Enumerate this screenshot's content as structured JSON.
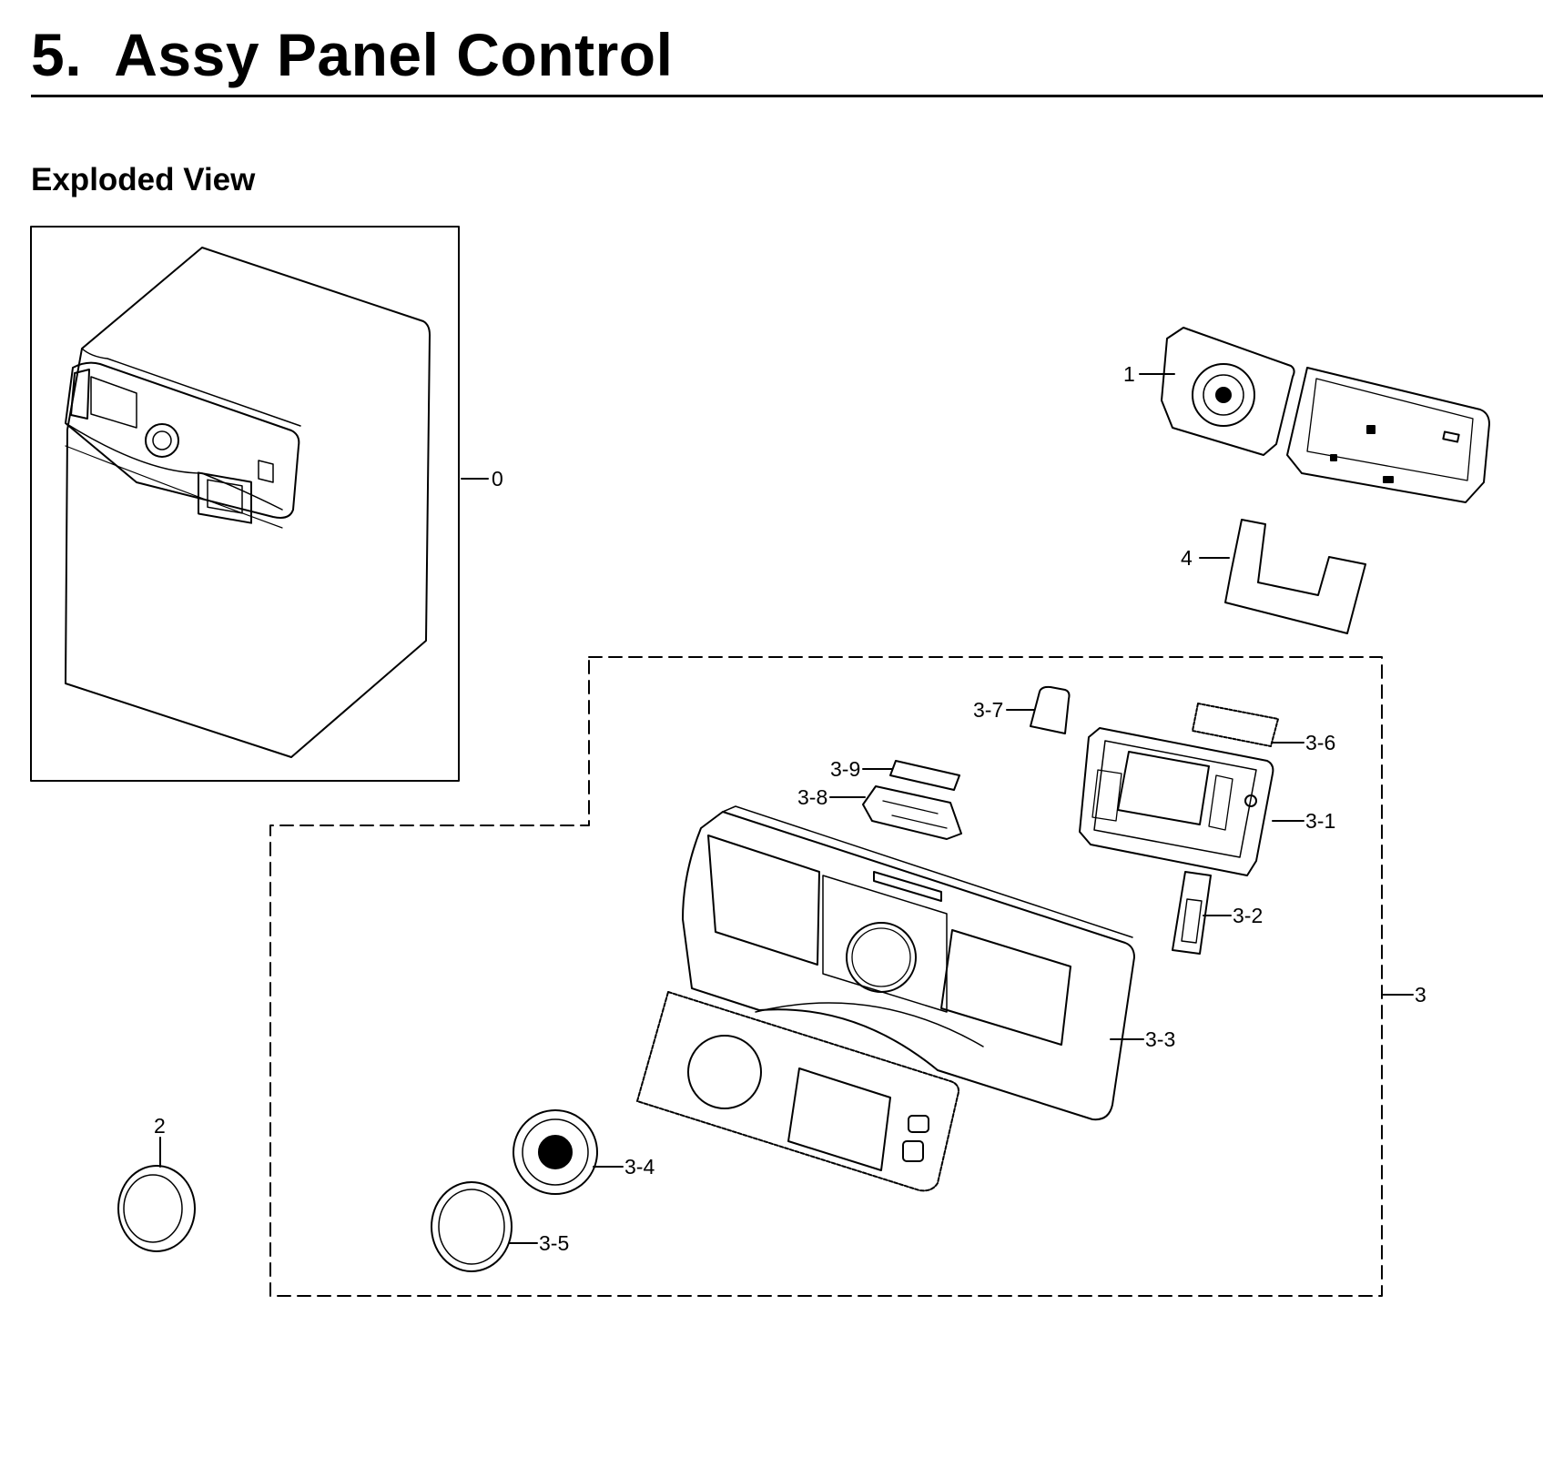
{
  "section_title": "5.  Assy Panel Control",
  "view_title": "Exploded View",
  "callouts": {
    "c0": "0",
    "c1": "1",
    "c2": "2",
    "c3": "3",
    "c4": "4",
    "c3_1": "3-1",
    "c3_2": "3-2",
    "c3_3": "3-3",
    "c3_4": "3-4",
    "c3_5": "3-5",
    "c3_6": "3-6",
    "c3_7": "3-7",
    "c3_8": "3-8",
    "c3_9": "3-9"
  }
}
